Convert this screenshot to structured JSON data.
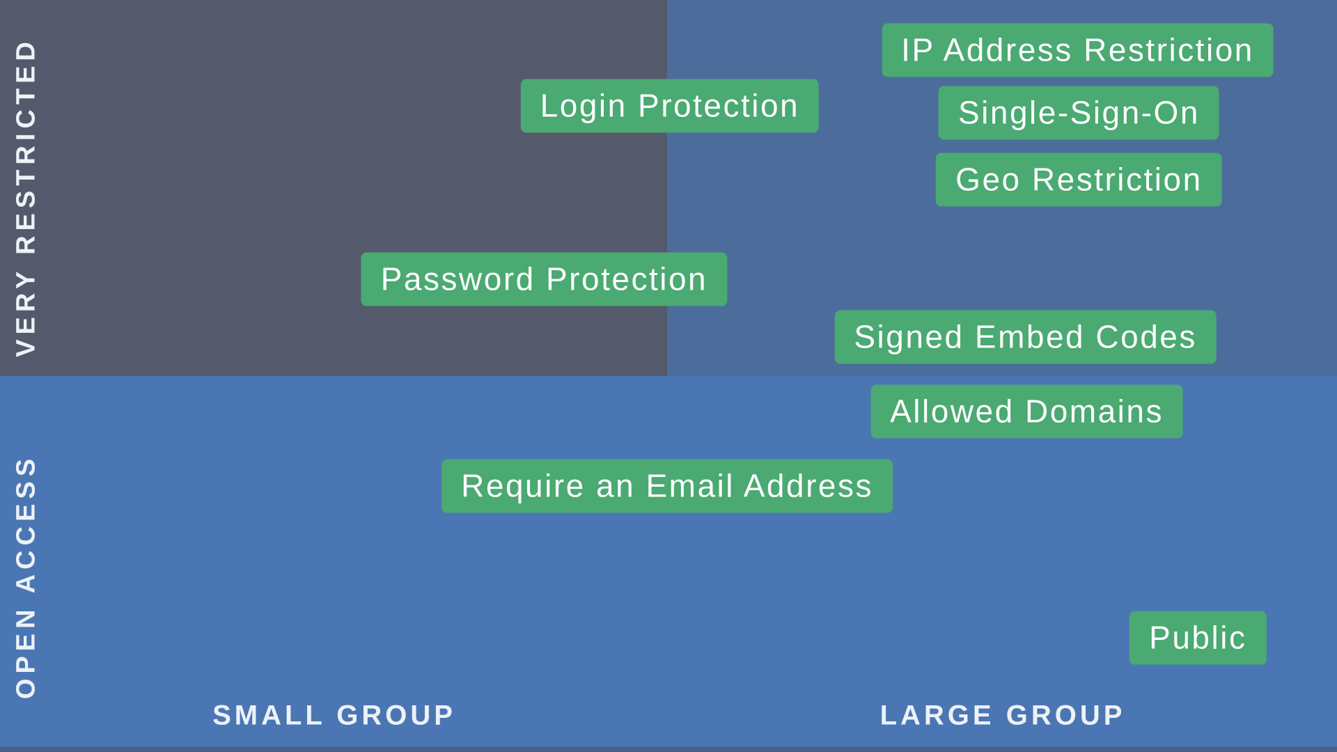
{
  "colors": {
    "quadrant_top_left": "#545A6C",
    "quadrant_top_right": "#4C6D9B",
    "quadrant_bottom": "#4B76B4",
    "bottom_edge_strip": "#46618D",
    "badge_green": "#4BA972",
    "badge_text": "#FCFDFD",
    "axis_text": "#EDF2F7"
  },
  "chart_data": {
    "type": "scatter",
    "title": "",
    "x_axis": {
      "left_label": "SMALL GROUP",
      "right_label": "LARGE GROUP",
      "range": [
        0,
        1
      ]
    },
    "y_axis": {
      "top_label": "VERY RESTRICTED",
      "bottom_label": "OPEN ACCESS",
      "range": [
        0,
        1
      ]
    },
    "legend": "none",
    "grid": "off",
    "quadrant_split": {
      "x_pct": 49.9,
      "y_pct": 50.0
    },
    "points": [
      {
        "label": "IP Address Restriction",
        "x_pct": 80.6,
        "y_pct": 6.7
      },
      {
        "label": "Login Protection",
        "x_pct": 50.1,
        "y_pct": 14.1
      },
      {
        "label": "Single-Sign-On",
        "x_pct": 80.7,
        "y_pct": 15.0
      },
      {
        "label": "Geo Restriction",
        "x_pct": 80.7,
        "y_pct": 23.9
      },
      {
        "label": "Password Protection",
        "x_pct": 40.7,
        "y_pct": 37.1
      },
      {
        "label": "Signed Embed Codes",
        "x_pct": 76.7,
        "y_pct": 44.8
      },
      {
        "label": "Allowed Domains",
        "x_pct": 76.8,
        "y_pct": 54.7
      },
      {
        "label": "Require an Email Address",
        "x_pct": 49.9,
        "y_pct": 64.6
      },
      {
        "label": "Public",
        "x_pct": 89.6,
        "y_pct": 84.8
      }
    ]
  }
}
